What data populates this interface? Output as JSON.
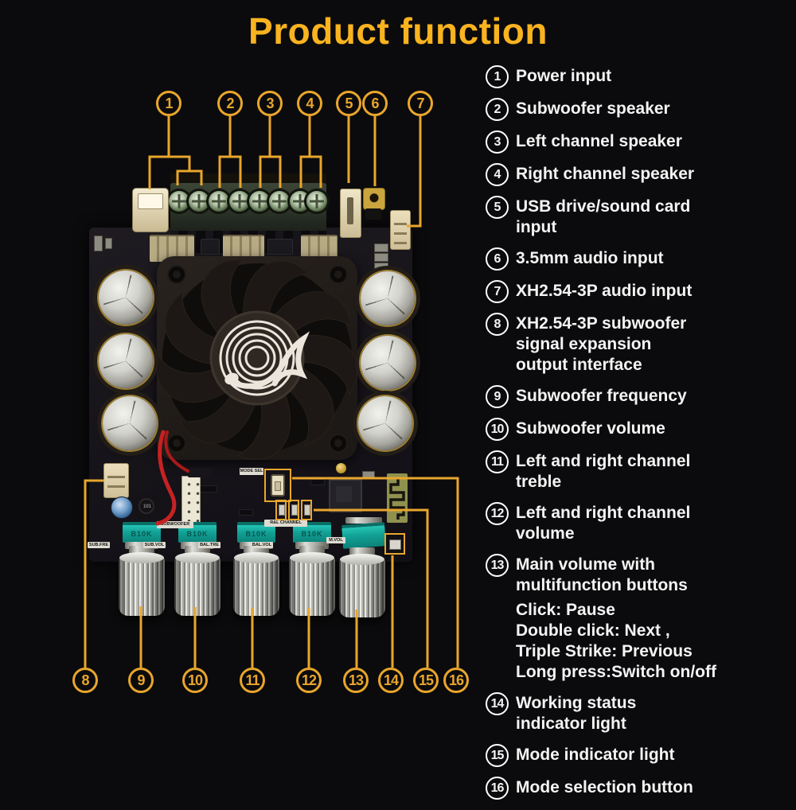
{
  "title": "Product function",
  "colors": {
    "background": "#0B0B0D",
    "title": "#F9B31F",
    "accent_callout": "#E9A62C",
    "legend_text": "#F4F4F4",
    "pot_teal": "#14AFA1",
    "highlight_box": "#E9A62C"
  },
  "legend": {
    "items": [
      {
        "num": "1",
        "lines": [
          "Power input"
        ]
      },
      {
        "num": "2",
        "lines": [
          "Subwoofer speaker"
        ]
      },
      {
        "num": "3",
        "lines": [
          "Left channel speaker"
        ]
      },
      {
        "num": "4",
        "lines": [
          "Right channel speaker"
        ]
      },
      {
        "num": "5",
        "lines": [
          "USB drive/sound card",
          "input"
        ]
      },
      {
        "num": "6",
        "lines": [
          "3.5mm audio input"
        ]
      },
      {
        "num": "7",
        "lines": [
          "XH2.54-3P audio input"
        ]
      },
      {
        "num": "8",
        "lines": [
          "XH2.54-3P subwoofer",
          "signal expansion",
          "output interface"
        ]
      },
      {
        "num": "9",
        "lines": [
          "Subwoofer frequency"
        ]
      },
      {
        "num": "10",
        "lines": [
          "Subwoofer volume"
        ]
      },
      {
        "num": "11",
        "lines": [
          "Left and right channel",
          "treble"
        ]
      },
      {
        "num": "12",
        "lines": [
          "Left and right channel",
          "volume"
        ]
      },
      {
        "num": "13",
        "lines": [
          "Main volume with",
          "multifunction buttons"
        ],
        "sub_lines": [
          "Click: Pause",
          "Double click: Next ,",
          "Triple Strike: Previous",
          "Long press:Switch on/off"
        ]
      },
      {
        "num": "14",
        "lines": [
          "Working status",
          "indicator light"
        ]
      },
      {
        "num": "15",
        "lines": [
          "Mode indicator light"
        ]
      },
      {
        "num": "16",
        "lines": [
          "Mode selection button"
        ]
      }
    ]
  },
  "callouts": {
    "top": [
      "1",
      "2",
      "3",
      "4",
      "5",
      "6",
      "7"
    ],
    "bottom": [
      "8",
      "9",
      "10",
      "11",
      "12",
      "13",
      "14",
      "15",
      "16"
    ]
  },
  "board": {
    "silkscreen": {
      "subwoofer": "SUBWOOFER",
      "rl_channel": "R&L CHANNEL",
      "mode_sel": "MODE SEL",
      "pot_value": "B10K",
      "sub_fre": "SUB.FRE",
      "sub_vol": "SUB.VOL",
      "bal_tre": "BAL.TRE",
      "bal_vol": "BAL.VOL",
      "m_vol": "M.VOL",
      "inductor": "101"
    }
  }
}
